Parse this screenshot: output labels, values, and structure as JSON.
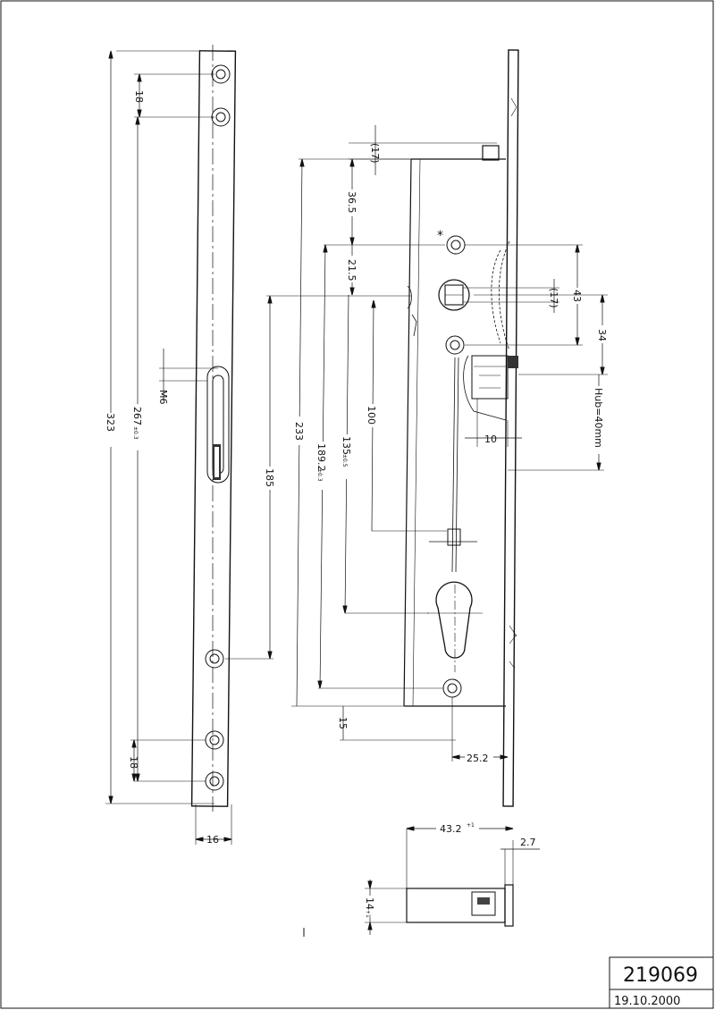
{
  "drawing": {
    "number": "219069",
    "date": "19.10.2000",
    "marker": "*"
  },
  "dims": {
    "strip_len_total": "323",
    "strip_hole_span": "267",
    "strip_hole_span_tol": "±0.3",
    "strip_top_pitch": "18",
    "strip_bottom_pitch": "18",
    "strip_width": "16",
    "strip_thread": "M6",
    "strip_hole_pos": "185",
    "case_top_gap": "(17)",
    "case_36_5": "36.5",
    "case_21_5": "21.5",
    "case_height": "233",
    "case_189_2": "189.2",
    "case_189_2_tol": "±0.3",
    "case_135": "135",
    "case_135_tol": "±0.5",
    "case_100": "100",
    "case_bottom_15": "15",
    "backset": "25.2",
    "follower_17": "(17)",
    "follower_43": "43",
    "bolt_34": "34",
    "bolt_10": "10",
    "hub": "Hub=40mm",
    "bottom_43_2": "43.2",
    "bottom_43_2_tol": "+1",
    "bottom_2_7": "2.7",
    "bottom_14": "14",
    "bottom_14_tol": "+1"
  }
}
